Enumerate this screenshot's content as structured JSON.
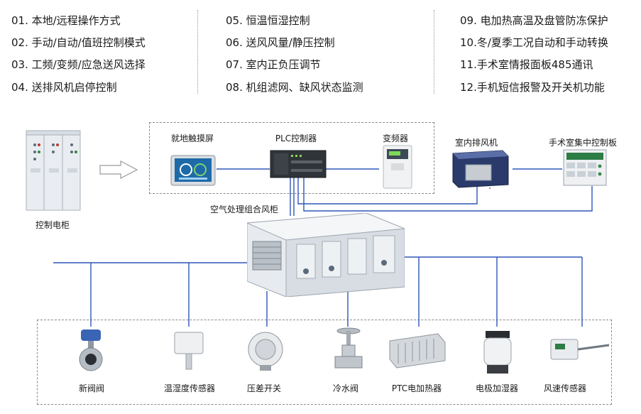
{
  "features": {
    "col1": [
      "01. 本地/远程操作方式",
      "02. 手动/自动/值班控制模式",
      "03. 工频/变频/应急送风选择",
      "04. 送排风机启停控制"
    ],
    "col2": [
      "05. 恒温恒湿控制",
      "06. 送风风量/静压控制",
      "07. 室内正负压调节",
      "08. 机组滤网、缺风状态监测"
    ],
    "col3": [
      "09. 电加热高温及盘管防冻保护",
      "10.冬/夏季工况自动和手动转换",
      "11.手术室情报面板485通讯",
      "12.手机短信报警及开关机功能"
    ]
  },
  "top_devices": {
    "cabinet": "控制电柜",
    "touchscreen": "就地触摸屏",
    "plc": "PLC控制器",
    "inverter": "变频器",
    "exhaust_fan": "室内排风机",
    "panel": "手术室集中控制板"
  },
  "ahu_label": "空气处理组合风柜",
  "bottom_devices": [
    "新阀阀",
    "温湿度传感器",
    "压差开关",
    "冷水阀",
    "PTC电加热器",
    "电极加湿器",
    "风速传感器"
  ],
  "colors": {
    "wire": "#2e56b8",
    "dash": "#8a8a8a",
    "text": "#1a1a1a"
  }
}
